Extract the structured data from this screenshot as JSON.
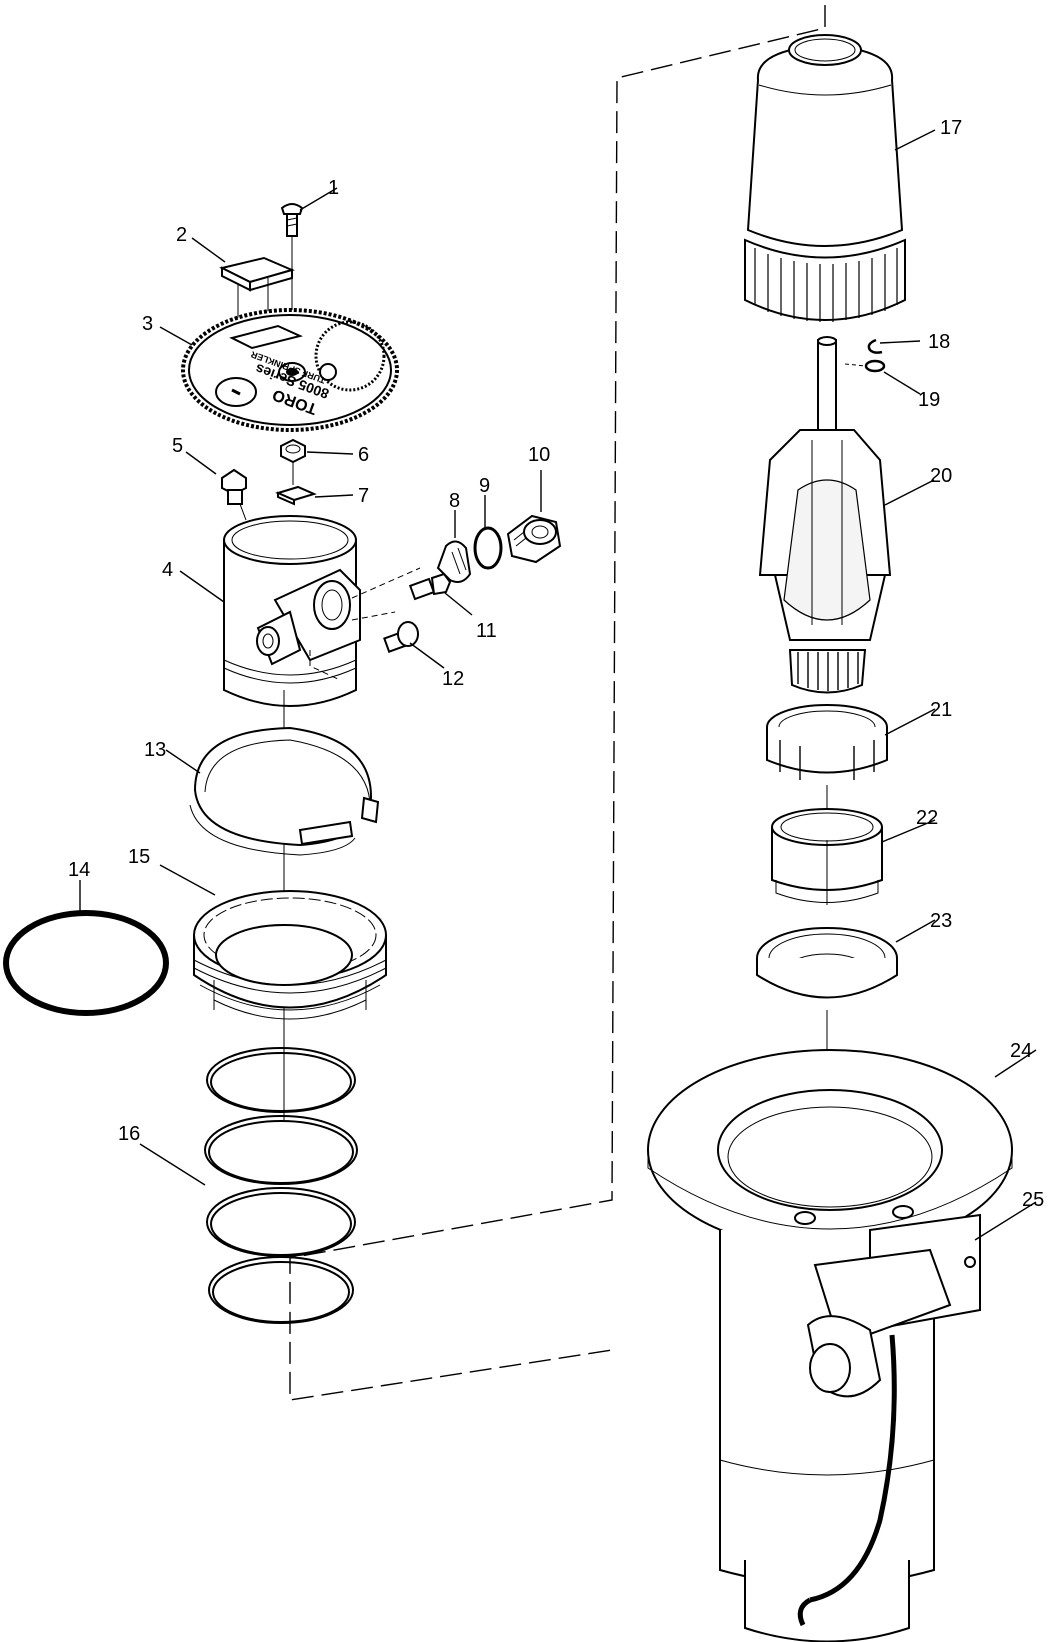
{
  "dial_text": {
    "brand": "TORO",
    "series": "8005 Series",
    "subtitle": "TURF SPRINKLER"
  },
  "callouts": [
    "1",
    "2",
    "3",
    "4",
    "5",
    "6",
    "7",
    "8",
    "9",
    "10",
    "11",
    "12",
    "13",
    "14",
    "15",
    "16",
    "17",
    "18",
    "19",
    "20",
    "21",
    "22",
    "23",
    "24",
    "25"
  ]
}
